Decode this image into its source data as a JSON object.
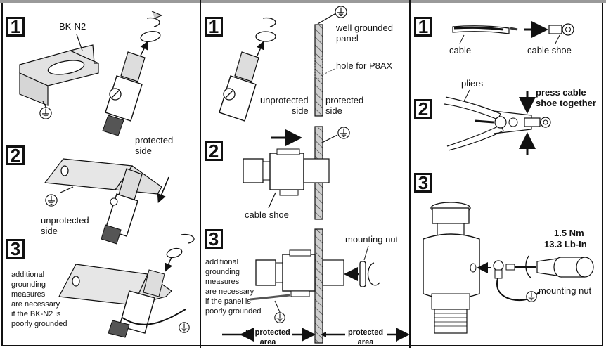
{
  "figure": {
    "panels": [
      {
        "id": "bracket-mounting",
        "steps": [
          {
            "number": "1",
            "labels": {
              "bracket": "BK-N2"
            }
          },
          {
            "number": "2",
            "labels": {
              "protected": "protected\nside",
              "unprotected": "unprotected\nside"
            }
          },
          {
            "number": "3",
            "labels": {
              "note": "additional\ngrounding\nmeasures\nare necessary\nif the BK-N2 is\npoorly grounded"
            }
          }
        ]
      },
      {
        "id": "panel-mounting",
        "steps": [
          {
            "number": "1",
            "labels": {
              "panel": "well grounded\npanel",
              "hole": "hole for P8AX",
              "unprotected": "unprotected\nside",
              "protected": "protected\nside"
            }
          },
          {
            "number": "2",
            "labels": {
              "cable_shoe": "cable shoe"
            }
          },
          {
            "number": "3",
            "labels": {
              "mounting_nut": "mounting nut",
              "note": "additional\ngrounding\nmeasures\nare necessary\nif the panel is\npoorly grounded",
              "unprotected_area": "unprotected\narea",
              "protected_area": "protected\narea"
            }
          }
        ]
      },
      {
        "id": "grounding-cable",
        "steps": [
          {
            "number": "1",
            "labels": {
              "cable": "cable",
              "cable_shoe": "cable shoe"
            }
          },
          {
            "number": "2",
            "labels": {
              "pliers": "pliers",
              "instruction": "press cable\nshoe together"
            }
          },
          {
            "number": "3",
            "labels": {
              "torque_nm": "1.5 Nm",
              "torque_lbin": "13.3 Lb-In",
              "mounting_nut": "mounting nut"
            }
          }
        ]
      }
    ],
    "icons": [
      "ground-symbol-icon",
      "rotate-arrow-icon",
      "arrow-icon"
    ],
    "colors": {
      "line": "#111111",
      "fill_gray": "#d4d4d4",
      "strip": "#9a9a9a"
    }
  }
}
